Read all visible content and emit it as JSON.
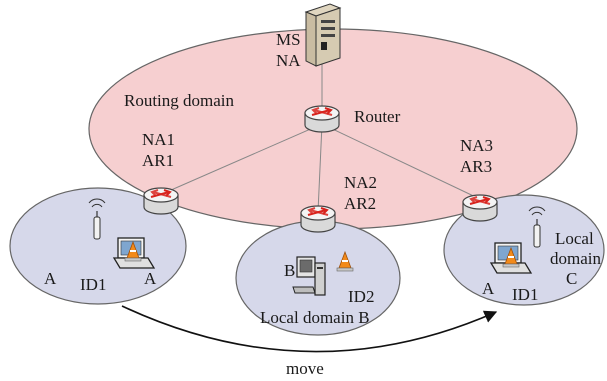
{
  "labels": {
    "server_ms": "MS",
    "server_na": "NA",
    "routing_domain": "Routing domain",
    "router": "Router",
    "na1": "NA1",
    "ar1": "AR1",
    "na2": "NA2",
    "ar2": "AR2",
    "na3": "NA3",
    "ar3": "AR3",
    "left_a1": "A",
    "left_id": "ID1",
    "left_a2": "A",
    "mid_b": "B",
    "mid_id": "ID2",
    "mid_domain": "Local domain B",
    "right_a": "A",
    "right_id": "ID1",
    "right_domain_line1": "Local",
    "right_domain_line2": "domain",
    "right_domain_line3": "C",
    "move": "move"
  },
  "colors": {
    "routing_fill": "#f6cfd0",
    "local_fill": "#d6d8ea",
    "stroke": "#555555",
    "link": "#888888",
    "arrow": "#111111",
    "router_body": "#e8e8e8",
    "router_arrow": "#d8231d"
  },
  "icons": [
    "server-icon",
    "router-icon",
    "antenna-icon",
    "laptop-icon",
    "desktop-icon",
    "cone-icon"
  ]
}
